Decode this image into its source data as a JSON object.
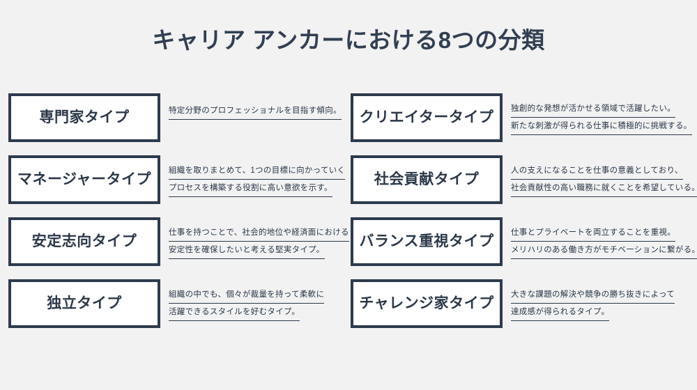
{
  "title": "キャリア アンカーにおける8つの分類",
  "colors": {
    "background": "#f2f2f2",
    "box_border": "#2e3b4e",
    "box_fill": "#ffffff",
    "text": "#2b3748",
    "title_text": "#323f52"
  },
  "columns": {
    "left": [
      {
        "label": "専門家タイプ",
        "lines": [
          "特定分野のプロフェッショナルを目指す傾向。"
        ]
      },
      {
        "label": "マネージャータイプ",
        "lines": [
          "組織を取りまとめて、1つの目標に向かっていく",
          "プロセスを構築する役割に高い意欲を示す。"
        ]
      },
      {
        "label": "安定志向タイプ",
        "lines": [
          "仕事を持つことで、社会的地位や経済面における",
          "安定性を確保したいと考える堅実タイプ。"
        ]
      },
      {
        "label": "独立タイプ",
        "lines": [
          "組織の中でも、個々が裁量を持って柔軟に",
          "活躍できるスタイルを好むタイプ。"
        ]
      }
    ],
    "right": [
      {
        "label": "クリエイタータイプ",
        "lines": [
          "独創的な発想が活かせる領域で活躍したい。",
          "新たな刺激が得られる仕事に積極的に挑戦する。"
        ]
      },
      {
        "label": "社会貢献タイプ",
        "lines": [
          "人の支えになることを仕事の意義としており、",
          "社会貢献性の高い職務に就くことを希望している。"
        ]
      },
      {
        "label": "バランス重視タイプ",
        "lines": [
          "仕事とプライベートを両立することを重視。",
          "メリハリのある働き方がモチベーションに繋がる。"
        ]
      },
      {
        "label": "チャレンジ家タイプ",
        "lines": [
          "大きな課題の解決や競争の勝ち抜きによって",
          "達成感が得られるタイプ。"
        ]
      }
    ]
  }
}
